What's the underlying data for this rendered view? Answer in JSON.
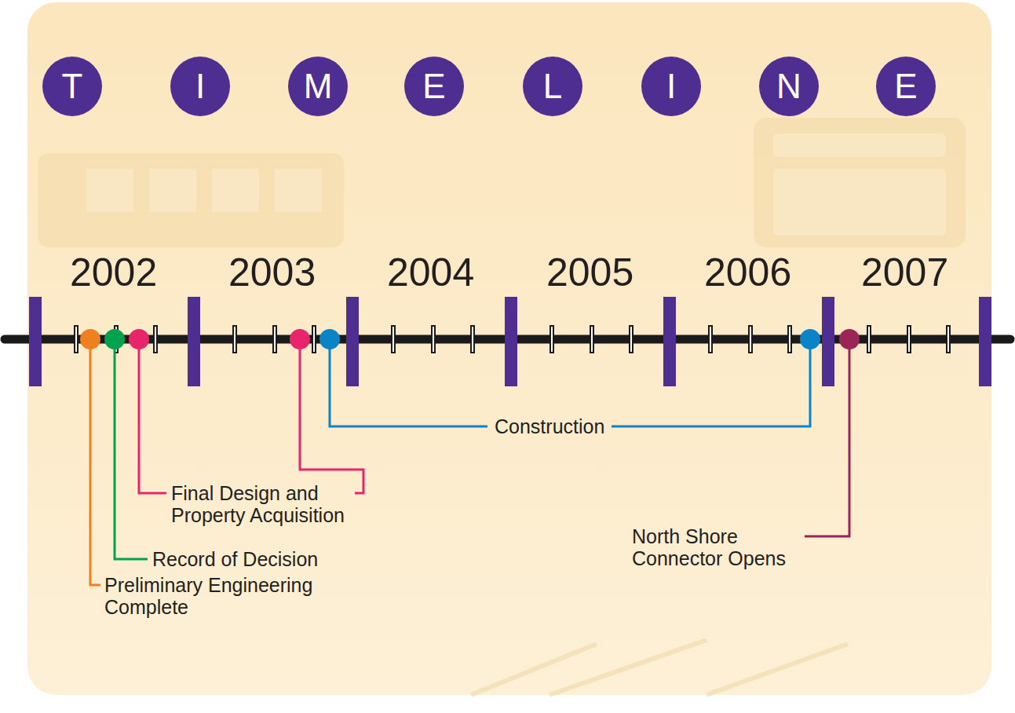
{
  "diagram": {
    "nodes": [
      {
        "text": [
          "T"
        ]
      },
      {
        "text": [
          "I"
        ]
      },
      {
        "text": [
          "M"
        ]
      },
      {
        "text": [
          "E"
        ]
      },
      {
        "text": [
          "L"
        ]
      },
      {
        "text": [
          "I"
        ]
      },
      {
        "text": [
          "N"
        ]
      },
      {
        "text": [
          "E"
        ]
      }
    ],
    "labels": [
      "2002",
      "2003",
      "2004",
      "2005",
      "2006",
      "2007",
      "Construction",
      "Final Design and Property Acquisition",
      "Record of Decision",
      "Preliminary Engineering Complete",
      "North Shore Connector Opens"
    ]
  }
}
